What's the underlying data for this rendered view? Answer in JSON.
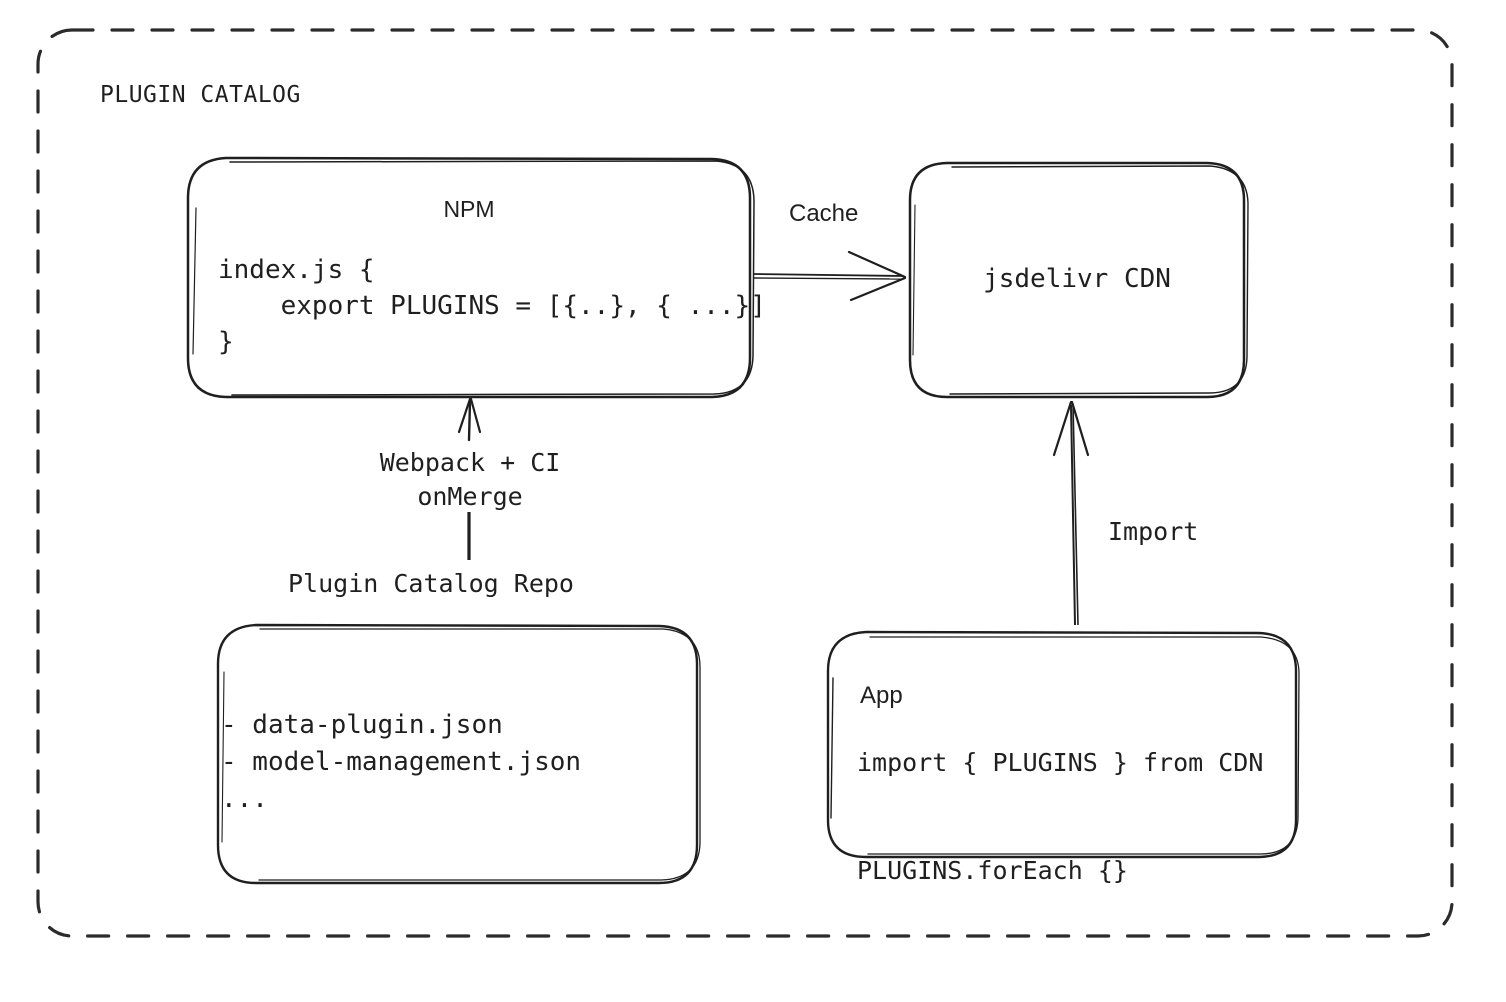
{
  "diagram": {
    "group": {
      "title": "PLUGIN CATALOG",
      "border_style": "dashed",
      "border_color": "#2b2b2b"
    },
    "nodes": {
      "npm": {
        "title": "NPM",
        "code": "index.js {\n    export PLUGINS = [{..}, { ...}]\n}"
      },
      "cdn": {
        "title": "jsdelivr CDN"
      },
      "repo": {
        "label": "Plugin Catalog Repo",
        "code": "- data-plugin.json\n- model-management.json\n..."
      },
      "app": {
        "title": "App",
        "code": "import { PLUGINS } from CDN\n\nPLUGINS.forEach {}"
      }
    },
    "edges": {
      "npm_to_cdn": {
        "label": "Cache"
      },
      "repo_to_npm": {
        "label": "Webpack + CI\nonMerge"
      },
      "app_to_cdn": {
        "label": "Import"
      }
    },
    "colors": {
      "stroke": "#1f1f1f",
      "background": "#ffffff"
    }
  }
}
